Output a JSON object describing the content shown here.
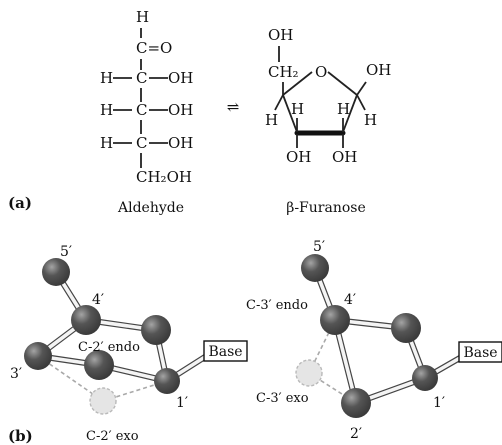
{
  "panel_a": {
    "label": "(a)",
    "aldehyde": {
      "caption": "Aldehyde",
      "h_top": "H",
      "aldehyde_group": "C=O",
      "rows": [
        {
          "left": "H",
          "carbon": "C",
          "right": "OH"
        },
        {
          "left": "H",
          "carbon": "C",
          "right": "OH"
        },
        {
          "left": "H",
          "carbon": "C",
          "right": "OH"
        }
      ],
      "terminal": "CH₂OH"
    },
    "furanose": {
      "caption": "β-Furanose",
      "oh_top": "OH",
      "ch2": "CH₂",
      "ring_o": "O",
      "oh_right": "OH",
      "h_c4": "H",
      "h_c3": "H",
      "h_c2": "H",
      "h_c1": "H",
      "oh_c3": "OH",
      "oh_c2": "OH"
    },
    "equilibrium_symbol": "⇌"
  },
  "panel_b": {
    "label": "(b)",
    "left_model": {
      "c5_label": "5′",
      "c4_label": "4′",
      "c3_label": "3′",
      "c1_label": "1′",
      "endo_label": "C-2′ endo",
      "exo_label": "C-2′ exo",
      "base_label": "Base"
    },
    "right_model": {
      "c5_label": "5′",
      "c4_label": "4′",
      "c2_label": "2′",
      "c1_label": "1′",
      "endo_label": "C-3′ endo",
      "exo_label": "C-3′ exo",
      "base_label": "Base"
    }
  },
  "colors": {
    "ink": "#111111",
    "atom_dark": "#3a3a3a",
    "atom_light": "#a4a4a4",
    "ghost_atom": "#e5e5e5"
  }
}
